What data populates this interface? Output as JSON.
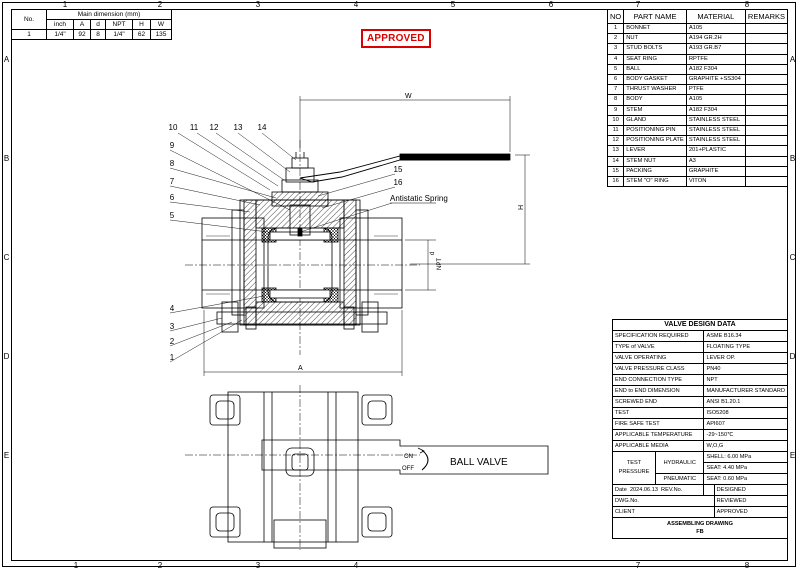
{
  "grid": {
    "columns": [
      "1",
      "2",
      "3",
      "4",
      "5",
      "6",
      "7",
      "8"
    ],
    "rows": [
      "A",
      "B",
      "C",
      "D",
      "E"
    ]
  },
  "stamp": "APPROVED",
  "dimension_table": {
    "title": "Main dimension (mm)",
    "no_label": "No.",
    "columns": [
      "inch",
      "A",
      "d",
      "NPT",
      "H",
      "W"
    ],
    "row": {
      "no": "1",
      "inch": "1/4\"",
      "A": "92",
      "d": "8",
      "NPT": "1/4\"",
      "H": "62",
      "W": "135"
    }
  },
  "parts_list": {
    "headers": {
      "no": "NO",
      "name": "PART NAME",
      "material": "MATERIAL",
      "remarks": "REMARKS"
    },
    "items": [
      {
        "no": "1",
        "name": "BONNET",
        "material": "A105"
      },
      {
        "no": "2",
        "name": "NUT",
        "material": "A194 GR.2H"
      },
      {
        "no": "3",
        "name": "STUD BOLTS",
        "material": "A193 GR.B7"
      },
      {
        "no": "4",
        "name": "SEAT RING",
        "material": "RPTFE"
      },
      {
        "no": "5",
        "name": "BALL",
        "material": "A182 F304"
      },
      {
        "no": "6",
        "name": "BODY GASKET",
        "material": "GRAPHITE +SS304"
      },
      {
        "no": "7",
        "name": "THRUST WASHER",
        "material": "PTFE"
      },
      {
        "no": "8",
        "name": "BODY",
        "material": "A105"
      },
      {
        "no": "9",
        "name": "STEM",
        "material": "A182 F304"
      },
      {
        "no": "10",
        "name": "GLAND",
        "material": "STAINLESS STEEL"
      },
      {
        "no": "11",
        "name": "POSITIONING PIN",
        "material": "STAINLESS STEEL"
      },
      {
        "no": "12",
        "name": "POSITIONING PLATE",
        "material": "STAINLESS STEEL"
      },
      {
        "no": "13",
        "name": "LEVER",
        "material": "201+PLASTIC"
      },
      {
        "no": "14",
        "name": "STEM NUT",
        "material": "A3"
      },
      {
        "no": "15",
        "name": "PACKING",
        "material": "GRAPHITE"
      },
      {
        "no": "16",
        "name": "STEM \"O\" RING",
        "material": "VITON"
      }
    ]
  },
  "drawing": {
    "callouts_top": [
      "10",
      "11",
      "12",
      "13",
      "14"
    ],
    "callouts_left": [
      "9",
      "8",
      "7",
      "6",
      "5",
      "4",
      "3",
      "2",
      "1"
    ],
    "callouts_right": [
      "15",
      "16"
    ],
    "antistatic_label": "Antistatic Spring",
    "dim_W": "W",
    "dim_H": "H",
    "dim_A": "A",
    "dim_NPT": "NPT",
    "dim_d": "d",
    "plan_on": "ON",
    "plan_off": "OFF",
    "plan_text": "BALL VALVE"
  },
  "design_data": {
    "title": "VALVE DESIGN DATA",
    "rows": [
      {
        "label": "SPECIFICATION REQUIRED",
        "value": "ASME B16.34"
      },
      {
        "label": "TYPE of VALVE",
        "value": "FLOATING TYPE"
      },
      {
        "label": "VALVE OPERATING",
        "value": "LEVER OP."
      },
      {
        "label": "VALVE PRESSURE CLASS",
        "value": "PN40"
      },
      {
        "label": "END CONNECTION TYPE",
        "value": "NPT"
      },
      {
        "label": "END to END DIMENSION",
        "value": "MANUFACTURER STANDARD"
      },
      {
        "label": "SCREWED END",
        "value": "ANSI B1.20.1"
      },
      {
        "label": "TEST",
        "value": "ISO5208"
      },
      {
        "label": "FIRE SAFE TEST",
        "value": "API607"
      },
      {
        "label": "APPLICABLE TEMPERATURE",
        "value": "-29~150℃"
      },
      {
        "label": "APPLICABLE MEDIA",
        "value": "W,O,G"
      }
    ],
    "test_pressure": {
      "label1": "TEST",
      "label2": "PRESSURE",
      "hydraulic": "HYDRAULIC",
      "pneumatic": "PNEUMATIC",
      "shell_label": "SHELL:",
      "shell_value": "6.00",
      "seat_label": "SEAT:",
      "seat_hyd_value": "4.40",
      "seat_pn_value": "0.60",
      "unit": "MPa"
    },
    "footer": {
      "date_label": "Date",
      "date_value": "2024.06.13",
      "rev_label": "REV.No.",
      "designed": "DESIGNED",
      "dwg_label": "DWG.No.",
      "reviewed": "REVIEWED",
      "client_label": "CLIENT",
      "approved": "APPROVED",
      "assembling": "ASSEMBLING  DRAWING",
      "fb": "FB"
    }
  }
}
